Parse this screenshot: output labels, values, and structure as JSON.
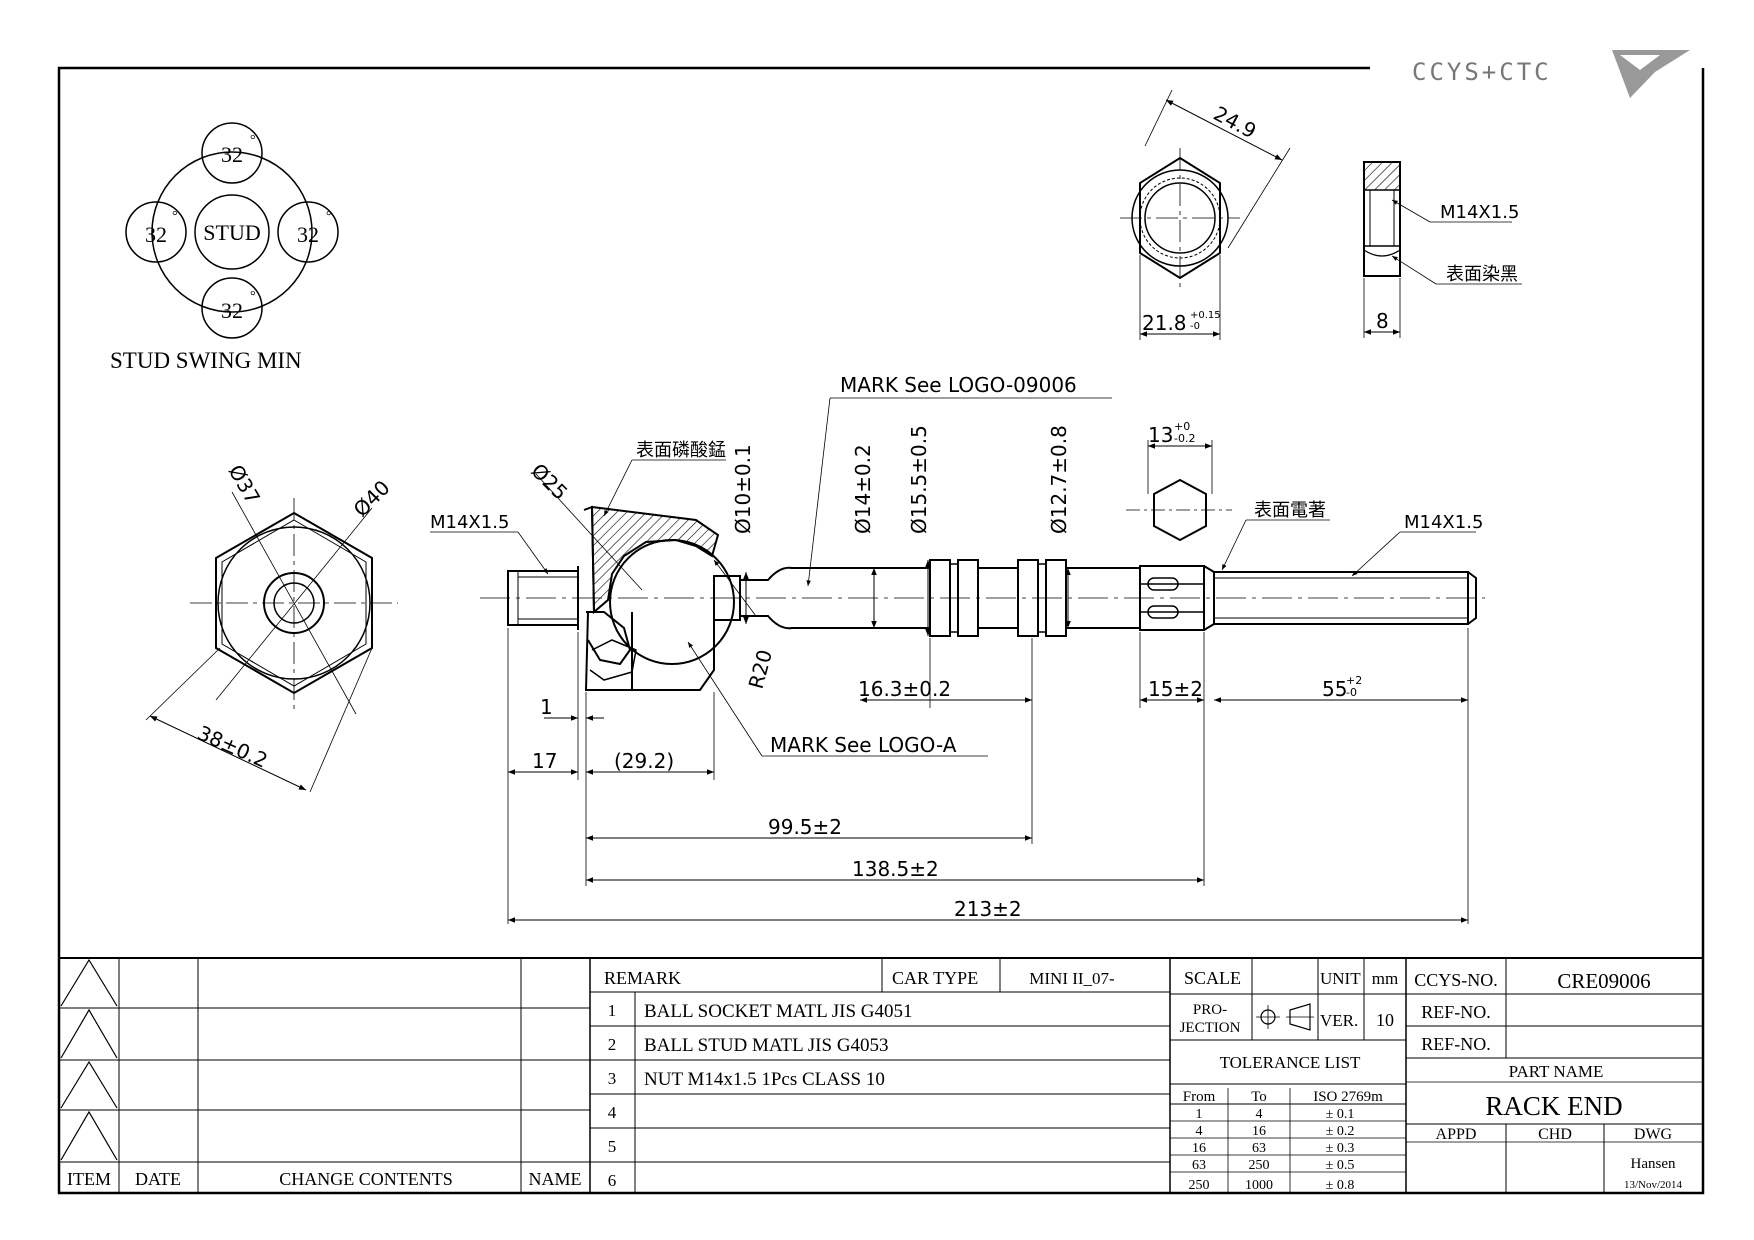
{
  "logo": {
    "text": "CCYS+CTC"
  },
  "stud_swing": {
    "center_label": "STUD",
    "angles": [
      "32",
      "32",
      "32",
      "32"
    ],
    "degree_symbol": "°",
    "caption": "STUD SWING MIN"
  },
  "end_view": {
    "dia_37": "Ø37",
    "dia_40": "Ø40",
    "width": "38±0.2"
  },
  "nut_views": {
    "across_corners": "24.9",
    "across_flats": "21.8",
    "across_flats_tol_upper": "+0.15",
    "across_flats_tol_lower": "-0",
    "thread": "M14X1.5",
    "surface_note": "表面染黑",
    "thickness": "8"
  },
  "main_view": {
    "mark_logo_09006": "MARK  See  LOGO-09006",
    "mark_logo_a": "MARK  See  LOGO-A",
    "surface_phosphate": "表面磷酸錳",
    "surface_plated": "表面電著",
    "thread_left": "M14X1.5",
    "thread_right": "M14X1.5",
    "dia_25": "Ø25",
    "dia_10": "Ø10±0.1",
    "dia_14": "Ø14±0.2",
    "dia_15_5": "Ø15.5±0.5",
    "dia_12_7": "Ø12.7±0.8",
    "hex_13": "13",
    "hex_13_tol_upper": "+0",
    "hex_13_tol_lower": "-0.2",
    "r20": "R20",
    "dim_16_3": "16.3±0.2",
    "dim_15": "15±2",
    "dim_55": "55",
    "dim_55_tol_upper": "+2",
    "dim_55_tol_lower": "-0",
    "dim_1": "1",
    "dim_17": "17",
    "dim_29_2": "(29.2)",
    "dim_99_5": "99.5±2",
    "dim_138_5": "138.5±2",
    "dim_213": "213±2"
  },
  "revision_block": {
    "headers": [
      "ITEM",
      "DATE",
      "CHANGE CONTENTS",
      "NAME"
    ]
  },
  "remark_block": {
    "remark_label": "REMARK",
    "car_type_label": "CAR TYPE",
    "car_type_value": "MINI II_07-",
    "rows": [
      {
        "no": "1",
        "text": "BALL SOCKET MATL JIS G4051"
      },
      {
        "no": "2",
        "text": "BALL STUD MATL JIS G4053"
      },
      {
        "no": "3",
        "text": "NUT M14x1.5 1Pcs CLASS 10"
      },
      {
        "no": "4",
        "text": ""
      },
      {
        "no": "5",
        "text": ""
      },
      {
        "no": "6",
        "text": ""
      }
    ]
  },
  "scale_block": {
    "scale_label": "SCALE",
    "scale_value": "",
    "unit_label": "UNIT",
    "unit_value": "mm",
    "projection_label_1": "PRO-",
    "projection_label_2": "JECTION",
    "ver_label": "VER.",
    "ver_value": "10",
    "tolerance_title": "TOLERANCE LIST",
    "tolerance_headers": [
      "From",
      "To",
      "ISO 2769m"
    ],
    "tolerance_rows": [
      [
        "1",
        "4",
        "± 0.1"
      ],
      [
        "4",
        "16",
        "± 0.2"
      ],
      [
        "16",
        "63",
        "± 0.3"
      ],
      [
        "63",
        "250",
        "± 0.5"
      ],
      [
        "250",
        "1000",
        "± 0.8"
      ]
    ]
  },
  "title_block": {
    "ccys_no_label": "CCYS-NO.",
    "ccys_no_value": "CRE09006",
    "ref_no_label_1": "REF-NO.",
    "ref_no_value_1": "",
    "ref_no_label_2": "REF-NO.",
    "ref_no_value_2": "",
    "part_name_label": "PART NAME",
    "part_name_value": "RACK END",
    "appd_label": "APPD",
    "chd_label": "CHD",
    "dwg_label": "DWG",
    "dwg_name": "Hansen",
    "dwg_date": "13/Nov/2014"
  }
}
